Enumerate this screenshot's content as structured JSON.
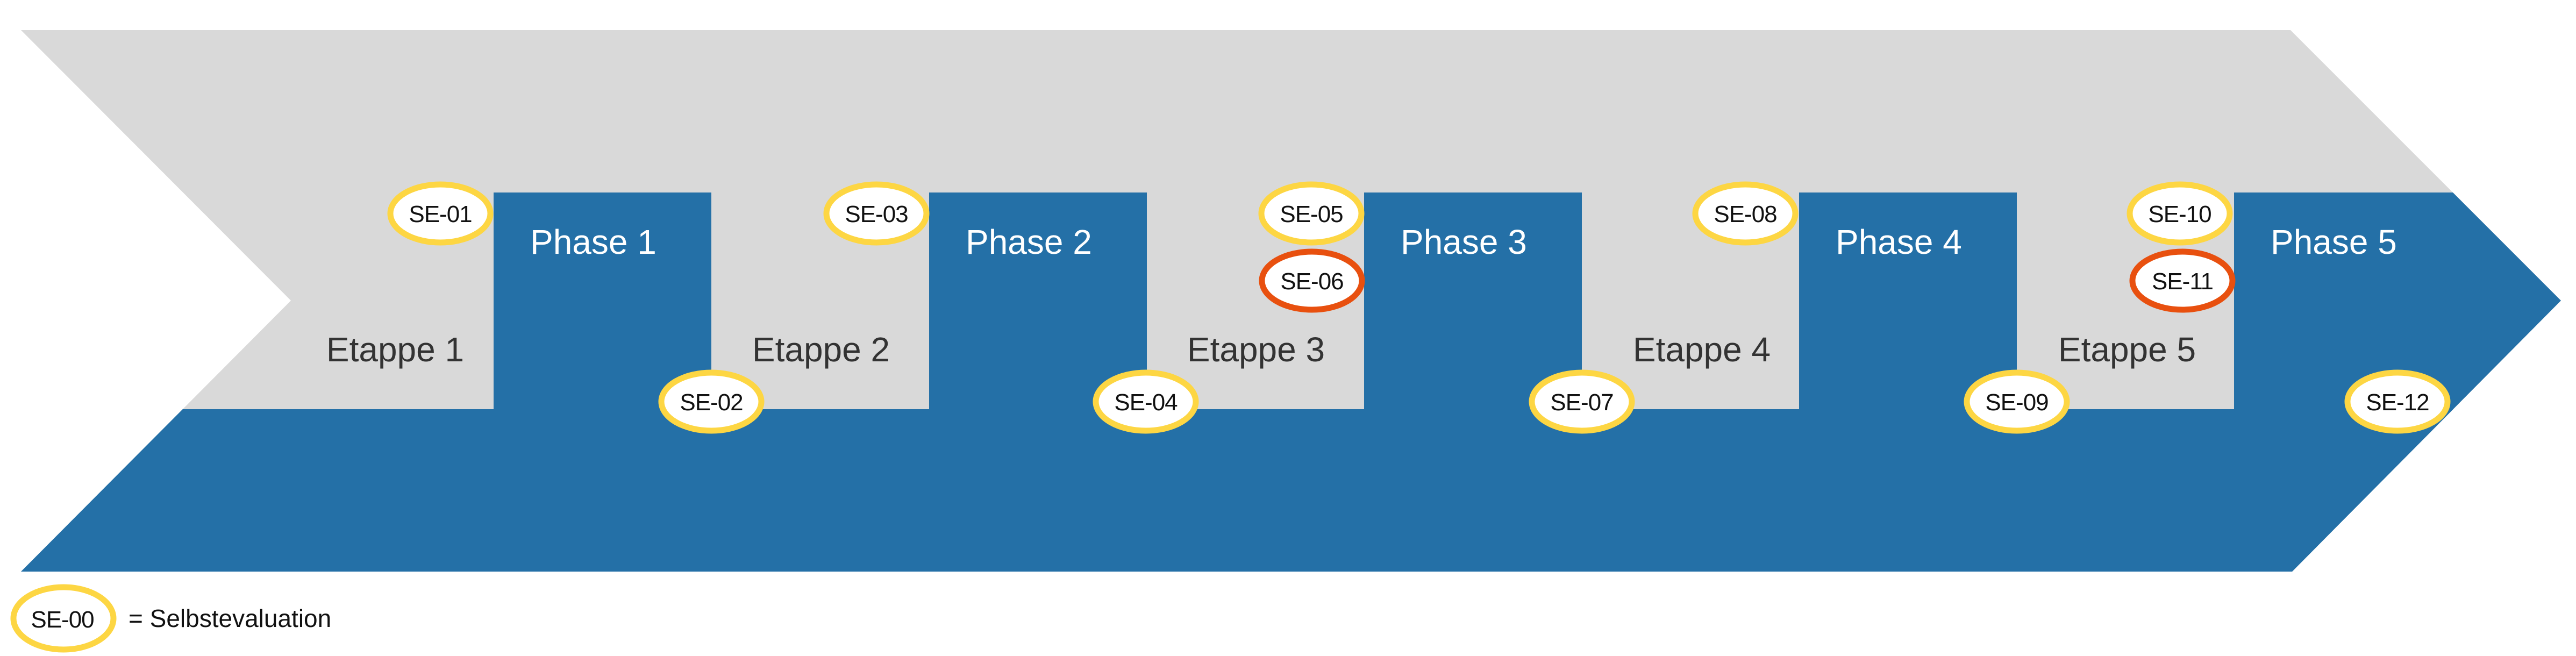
{
  "colors": {
    "gray": "#D9D9D9",
    "blue": "#2470A7",
    "yellow": "#FDD643",
    "orange": "#E8500F",
    "phase_text": "#FFFFFF",
    "etappe_text": "#333333",
    "marker_text": "#111111"
  },
  "phases": [
    {
      "label": "Phase 1"
    },
    {
      "label": "Phase 2"
    },
    {
      "label": "Phase 3"
    },
    {
      "label": "Phase 4"
    },
    {
      "label": "Phase 5"
    }
  ],
  "etappen": [
    {
      "label": "Etappe 1"
    },
    {
      "label": "Etappe 2"
    },
    {
      "label": "Etappe 3"
    },
    {
      "label": "Etappe 4"
    },
    {
      "label": "Etappe 5"
    }
  ],
  "markers": [
    {
      "label": "SE-01",
      "type": "yellow"
    },
    {
      "label": "SE-02",
      "type": "yellow"
    },
    {
      "label": "SE-03",
      "type": "yellow"
    },
    {
      "label": "SE-04",
      "type": "yellow"
    },
    {
      "label": "SE-05",
      "type": "yellow"
    },
    {
      "label": "SE-06",
      "type": "orange"
    },
    {
      "label": "SE-07",
      "type": "yellow"
    },
    {
      "label": "SE-08",
      "type": "yellow"
    },
    {
      "label": "SE-09",
      "type": "yellow"
    },
    {
      "label": "SE-10",
      "type": "yellow"
    },
    {
      "label": "SE-11",
      "type": "orange"
    },
    {
      "label": "SE-12",
      "type": "yellow"
    }
  ],
  "legend": {
    "marker_label": "SE-00",
    "text": "= Selbstevaluation"
  }
}
